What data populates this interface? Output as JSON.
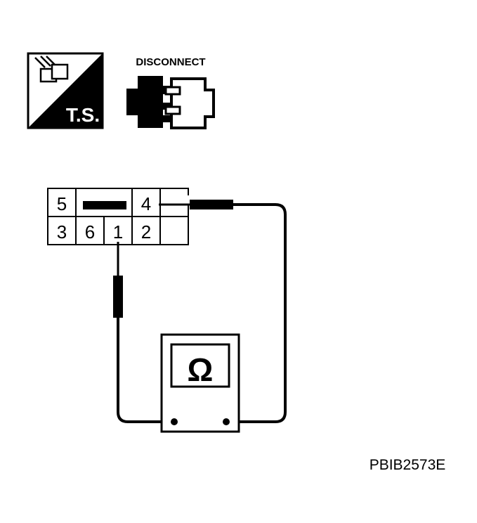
{
  "icons": {
    "ts_label": "T.S.",
    "ts_icon": "test-seat-icon",
    "disconnect_label": "DISCONNECT",
    "disconnect_icon": "connector-disconnect-icon"
  },
  "connector": {
    "top_row": [
      "5",
      "",
      "4",
      ""
    ],
    "bottom_row": [
      "3",
      "6",
      "1",
      "2",
      ""
    ]
  },
  "meter": {
    "symbol": "Ω",
    "icon": "ohmmeter-icon"
  },
  "figure_code": "PBIB2573E"
}
